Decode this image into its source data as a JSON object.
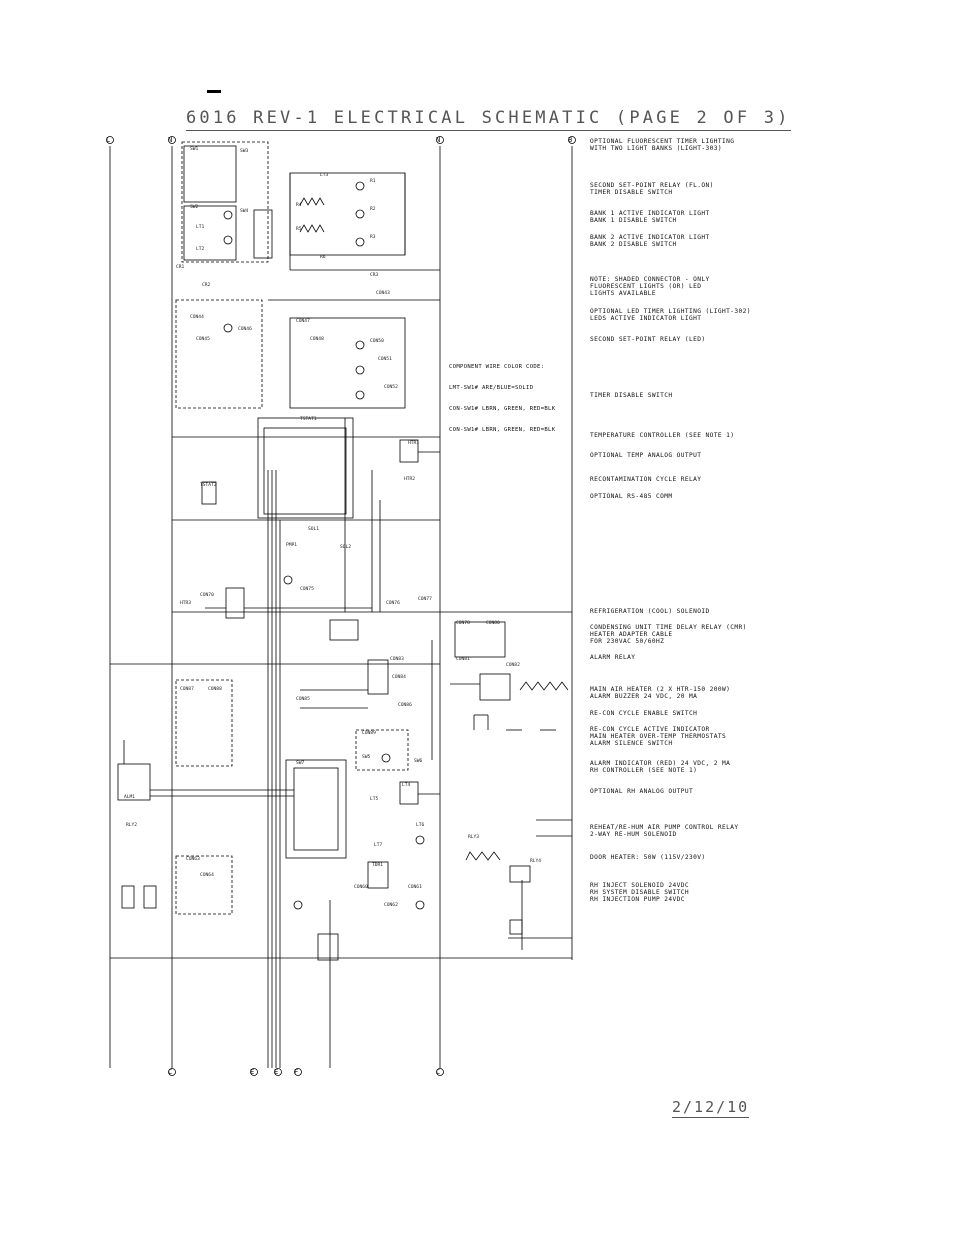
{
  "document": {
    "title": "6016 REV-1 ELECTRICAL SCHEMATIC (PAGE 2 OF 3)",
    "date": "2/12/10"
  },
  "notes": [
    {
      "id": "n1",
      "lines": [
        "OPTIONAL FLUORESCENT TIMER LIGHTING",
        "WITH TWO LIGHT BANKS (LIGHT-303)"
      ]
    },
    {
      "id": "n2",
      "lines": [
        "SECOND SET-POINT RELAY (FL.ON)",
        "TIMER DISABLE SWITCH"
      ]
    },
    {
      "id": "n3",
      "lines": [
        "BANK 1 ACTIVE INDICATOR LIGHT",
        "BANK 1 DISABLE SWITCH"
      ]
    },
    {
      "id": "n4",
      "lines": [
        "BANK 2 ACTIVE INDICATOR LIGHT",
        "BANK 2 DISABLE SWITCH"
      ]
    },
    {
      "id": "n5",
      "lines": [
        "NOTE: SHADED CONNECTOR - ONLY",
        "FLUORESCENT LIGHTS (OR) LED",
        "LIGHTS AVAILABLE"
      ]
    },
    {
      "id": "n6",
      "lines": [
        "OPTIONAL LED TIMER LIGHTING (LIGHT-302)",
        "LEDS ACTIVE INDICATOR LIGHT"
      ]
    },
    {
      "id": "n7",
      "lines": [
        "SECOND SET-POINT RELAY (LED)"
      ]
    },
    {
      "id": "n8",
      "lines": [
        "TIMER DISABLE SWITCH"
      ]
    },
    {
      "id": "n9",
      "lines": [
        "TEMPERATURE CONTROLLER (SEE NOTE 1)"
      ]
    },
    {
      "id": "n10",
      "lines": [
        "OPTIONAL TEMP ANALOG OUTPUT"
      ]
    },
    {
      "id": "n11",
      "lines": [
        "RECONTAMINATION CYCLE RELAY"
      ]
    },
    {
      "id": "n12",
      "lines": [
        "OPTIONAL RS-485 COMM"
      ]
    },
    {
      "id": "n13",
      "lines": [
        "REFRIGERATION (COOL) SOLENOID"
      ]
    },
    {
      "id": "n14",
      "lines": [
        "CONDENSING UNIT TIME DELAY RELAY (CMR)",
        "HEATER ADAPTER CABLE",
        "FOR 230VAC 50/60HZ"
      ]
    },
    {
      "id": "n15",
      "lines": [
        "ALARM RELAY"
      ]
    },
    {
      "id": "n16",
      "lines": [
        "MAIN AIR HEATER (2 X HTR-150 200W)",
        "ALARM BUZZER 24 VDC, 20 MA"
      ]
    },
    {
      "id": "n17",
      "lines": [
        "RE-CON CYCLE ENABLE SWITCH"
      ]
    },
    {
      "id": "n18",
      "lines": [
        "RE-CON CYCLE ACTIVE INDICATOR",
        "MAIN HEATER OVER-TEMP THERMOSTATS",
        "ALARM SILENCE SWITCH"
      ]
    },
    {
      "id": "n19",
      "lines": [
        "ALARM INDICATOR (RED) 24 VDC, 2 MA",
        "RH CONTROLLER (SEE NOTE 1)"
      ]
    },
    {
      "id": "n20",
      "lines": [
        "OPTIONAL RH ANALOG OUTPUT"
      ]
    },
    {
      "id": "n21",
      "lines": [
        "REHEAT/RE-HUM AIR PUMP CONTROL RELAY",
        "2-WAY RE-HUM SOLENOID"
      ]
    },
    {
      "id": "n22",
      "lines": [
        "DOOR HEATER: 50W (115V/230V)"
      ]
    },
    {
      "id": "n23",
      "lines": [
        "RH INJECT SOLENOID 24VDC",
        "RH SYSTEM DISABLE SWITCH",
        "RH INJECTION PUMP 24VDC"
      ]
    }
  ],
  "wire_color_note": [
    "COMPONENT WIRE COLOR CODE:",
    "LMT-SW1# ARE/BLUE=SOLID",
    "CON-SW1# LBRN, GREEN, RED=BLK",
    "CON-SW1# LBRN, GREEN, RED=BLK"
  ],
  "bus_labels": {
    "top_left": "L",
    "top_mid_left": "N",
    "top_mid": "N",
    "top_right": "B",
    "bottom": [
      "C",
      "E",
      "E",
      "F",
      "C"
    ]
  },
  "tag_labels": [
    "SW1",
    "SW2",
    "SW3",
    "SW4",
    "LT1",
    "LT2",
    "LT3",
    "R1",
    "R2",
    "R3",
    "R4",
    "R5",
    "R6",
    "CR1",
    "CR2",
    "CR3",
    "CON43",
    "CON44",
    "CON45",
    "CON46",
    "CON47",
    "CON48",
    "CON50",
    "CON51",
    "CON52",
    "TSTAT1",
    "TSTAT2",
    "HTR1",
    "HTR2",
    "SOL1",
    "SOL2",
    "PMP1",
    "HTR3",
    "CON70",
    "CON75",
    "CON76",
    "CON77",
    "CON78",
    "CON80",
    "CON81",
    "CON82",
    "CON83",
    "CON84",
    "CON85",
    "CON86",
    "CON87",
    "CON88",
    "CON89",
    "SW5",
    "SW6",
    "SW7",
    "LT4",
    "LT5",
    "LT6",
    "LT7",
    "TDR1",
    "CON60",
    "CON61",
    "CON62",
    "CON63",
    "CON64",
    "ALM1",
    "RLY2",
    "RLY3",
    "RLY4"
  ],
  "colors": {
    "ink": "#000000",
    "title": "#555555",
    "paper": "#ffffff"
  }
}
